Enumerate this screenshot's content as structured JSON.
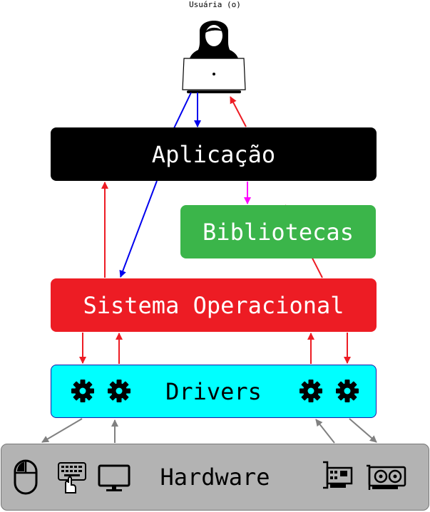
{
  "user": {
    "caption": "Usuária (o)"
  },
  "boxes": {
    "aplicacao": "Aplicação",
    "bibliotecas": "Bibliotecas",
    "sistema_operacional": "Sistema Operacional",
    "drivers": "Drivers",
    "hardware": "Hardware"
  },
  "colors": {
    "aplicacao": "#000000",
    "bibliotecas": "#3bb54a",
    "sistema_operacional": "#ed1c24",
    "drivers": "#00ffff",
    "hardware": "#b3b3b3",
    "arrow_blue": "#0000ee",
    "arrow_red": "#ed1c24",
    "arrow_magenta": "#ff00ff",
    "arrow_gray": "#808080"
  },
  "icons": {
    "user": "user-with-laptop-icon",
    "gear": "gear-icon",
    "mouse": "mouse-icon",
    "keyboard": "keyboard-icon",
    "monitor": "monitor-icon",
    "network_card": "network-card-icon",
    "graphics_card": "graphics-card-icon"
  }
}
